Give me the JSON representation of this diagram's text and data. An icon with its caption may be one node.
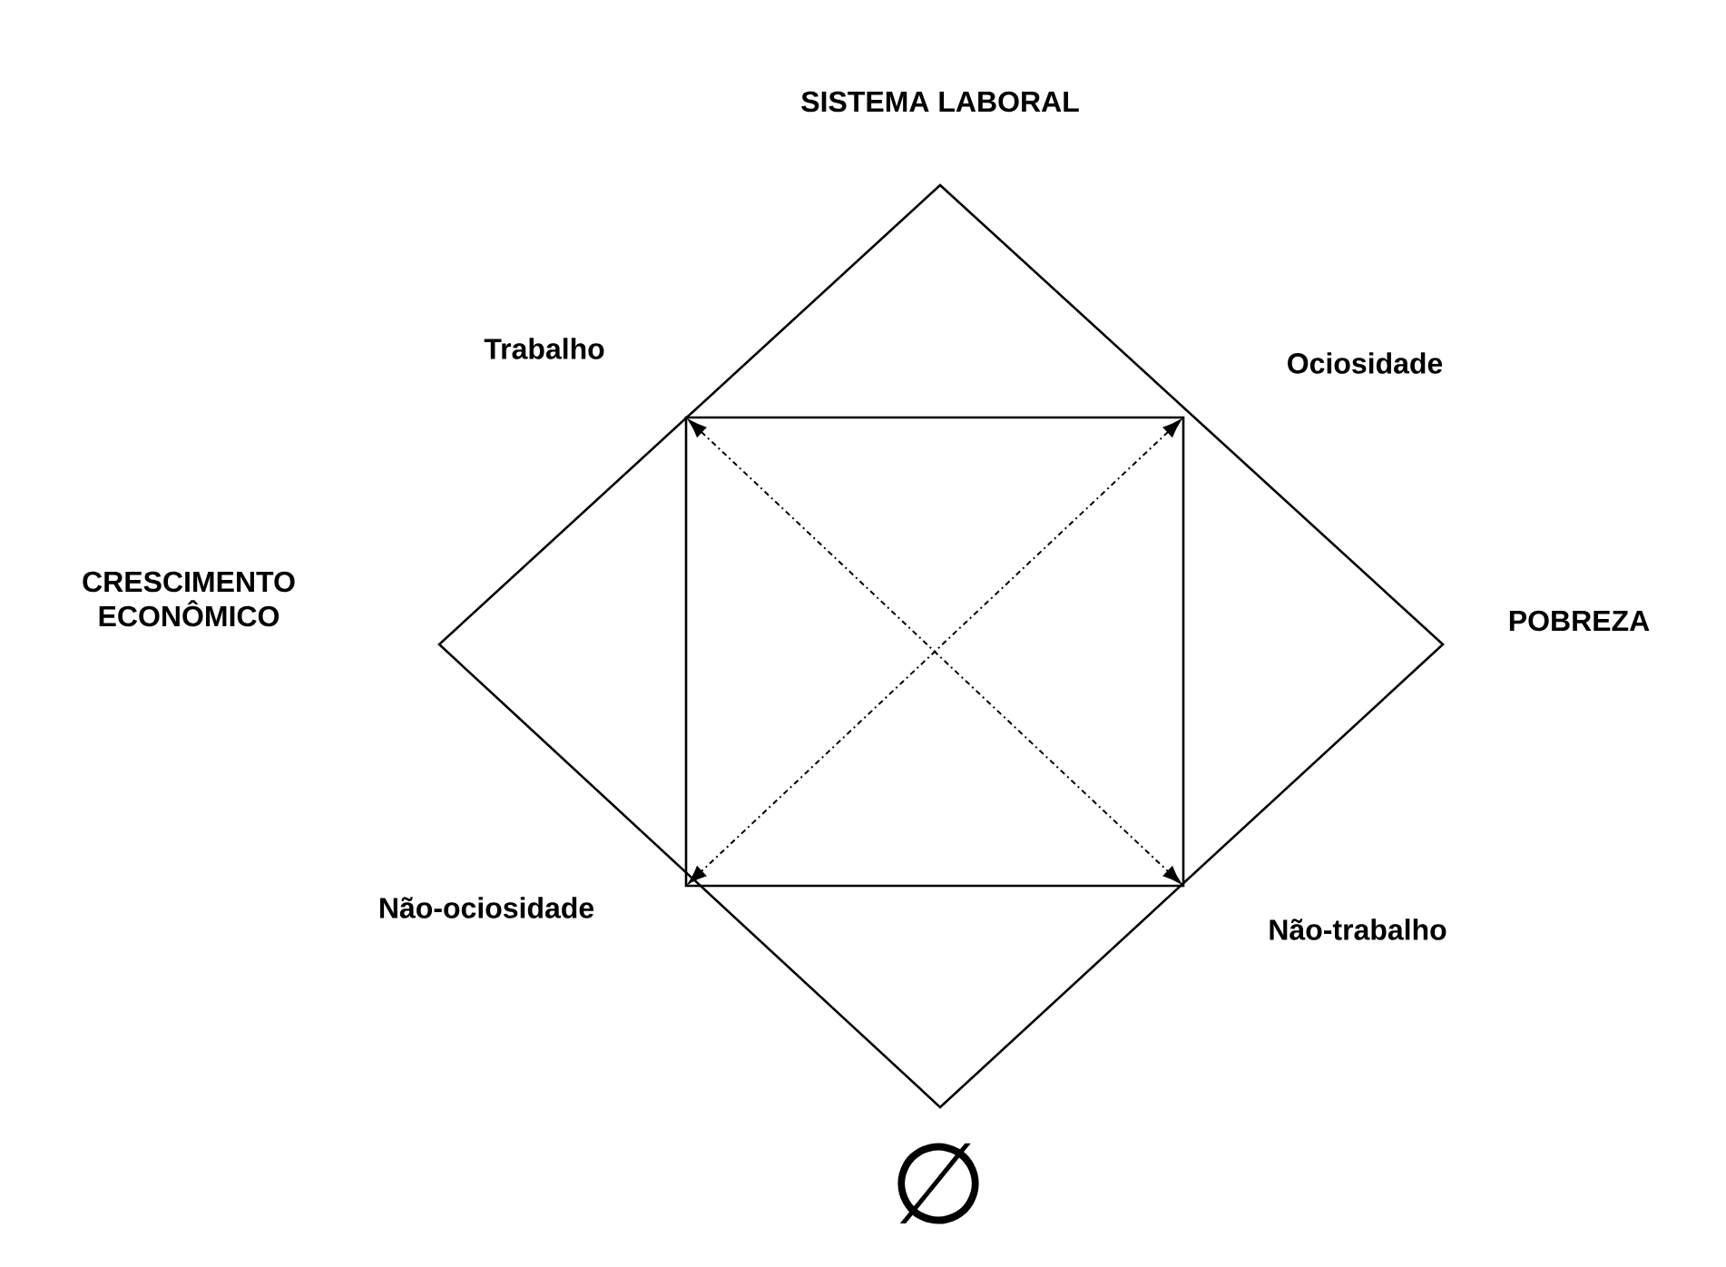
{
  "diagram": {
    "title": "SISTEMA LABORAL",
    "nodes": [
      {
        "text": [
          "Trabalho"
        ]
      },
      {
        "text": [
          "Ociosidade"
        ]
      },
      {
        "text": [
          "Não-ociosidade"
        ]
      },
      {
        "text": [
          "Não-trabalho"
        ]
      }
    ],
    "edges": [
      {
        "from": 0,
        "to": 3,
        "arrow": "both",
        "style": "dashed"
      },
      {
        "from": 1,
        "to": 2,
        "arrow": "both",
        "style": "dashed"
      }
    ],
    "labels": [
      "CRESCIMENTO ECONÔMICO",
      "POBREZA",
      "∅"
    ]
  }
}
